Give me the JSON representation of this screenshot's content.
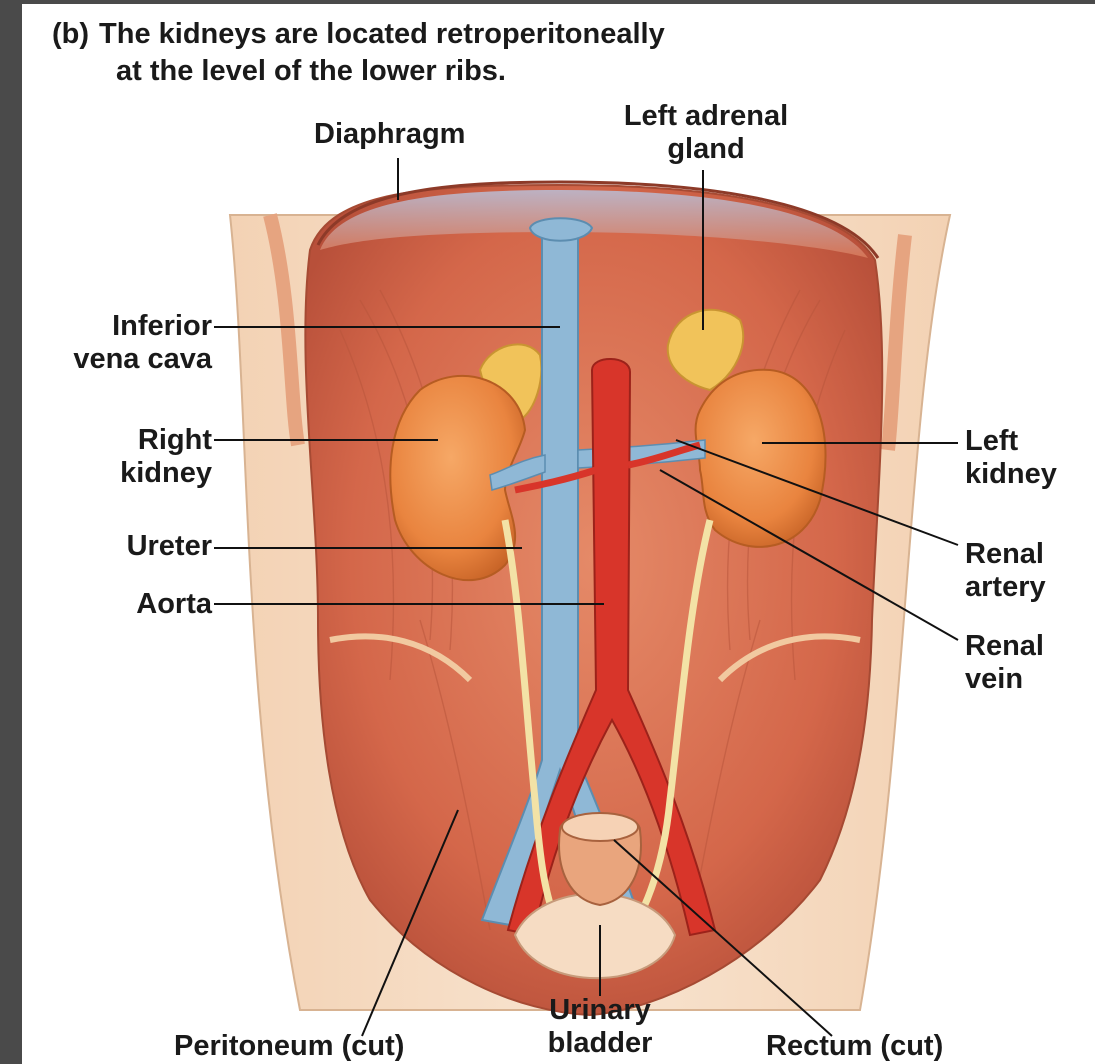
{
  "figure": {
    "tag": "(b)",
    "title_line1": "The kidneys are located retroperitoneally",
    "title_line2": "at the level of the lower ribs."
  },
  "labels": {
    "diaphragm": "Diaphragm",
    "left_adrenal_gland_1": "Left adrenal",
    "left_adrenal_gland_2": "gland",
    "inferior_vena_cava_1": "Inferior",
    "inferior_vena_cava_2": "vena cava",
    "right_kidney_1": "Right",
    "right_kidney_2": "kidney",
    "ureter": "Ureter",
    "aorta": "Aorta",
    "left_kidney_1": "Left",
    "left_kidney_2": "kidney",
    "renal_artery_1": "Renal",
    "renal_artery_2": "artery",
    "renal_vein_1": "Renal",
    "renal_vein_2": "vein",
    "peritoneum": "Peritoneum (cut)",
    "urinary_bladder_1": "Urinary",
    "urinary_bladder_2": "bladder",
    "rectum": "Rectum (cut)"
  },
  "colors": {
    "muscle": "#d4674a",
    "muscle_light": "#e8977a",
    "kidney": "#e9843f",
    "adrenal": "#f1c35a",
    "vein": "#8fb8d6",
    "artery": "#d8352a",
    "ureter": "#f3e2a6",
    "skin": "#f6dcc3",
    "leader": "#111111"
  }
}
